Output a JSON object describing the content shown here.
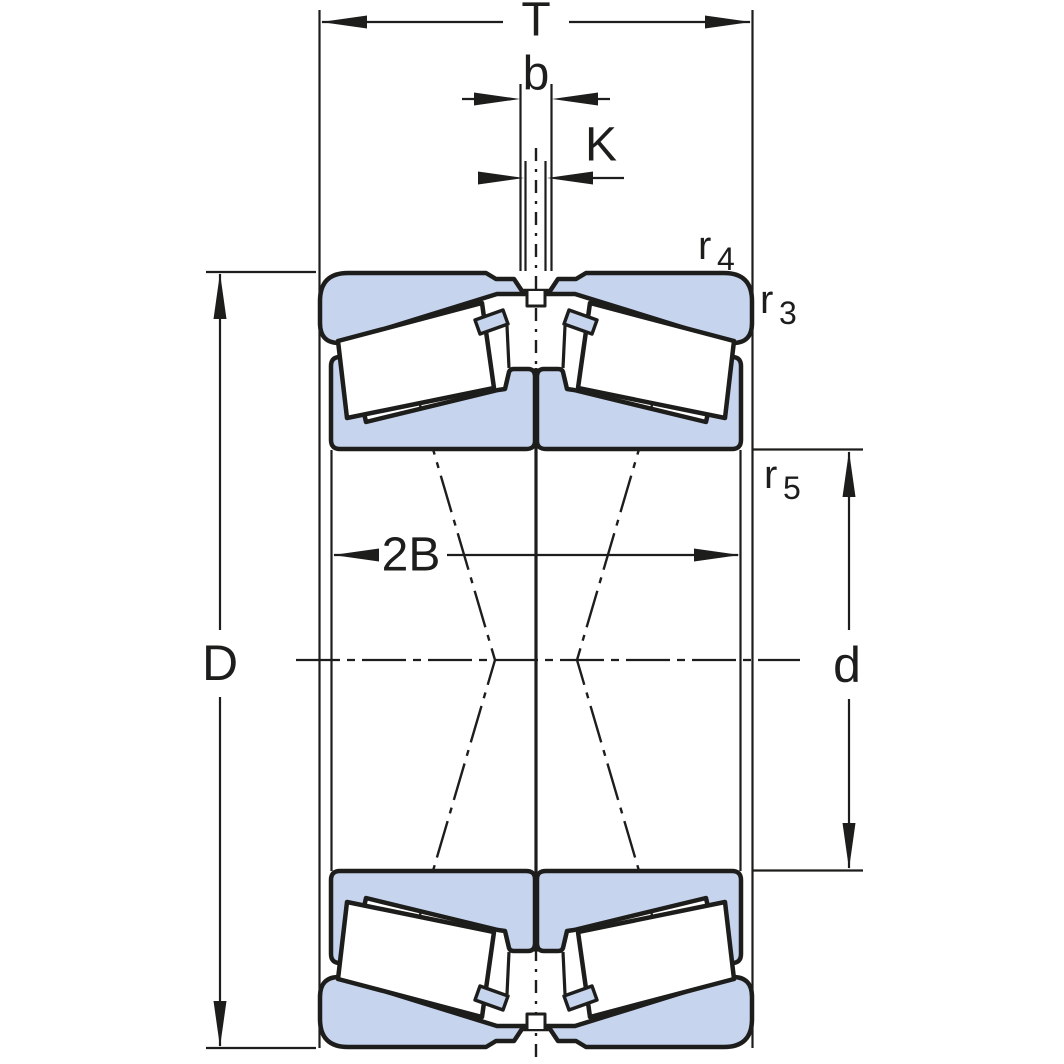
{
  "diagram": {
    "type": "bearing-cross-section",
    "dimensions": {
      "T": {
        "label": "T"
      },
      "b": {
        "label": "b"
      },
      "K": {
        "label": "K"
      },
      "twoB": {
        "label": "2B"
      },
      "D": {
        "label": "D"
      },
      "d": {
        "label": "d"
      },
      "r3": {
        "base": "r",
        "sub": "3"
      },
      "r4": {
        "base": "r",
        "sub": "4"
      },
      "r5": {
        "base": "r",
        "sub": "5"
      }
    },
    "colors": {
      "part_fill": "#c6d4ed",
      "line": "#1d1d1b",
      "background": "#ffffff"
    }
  }
}
